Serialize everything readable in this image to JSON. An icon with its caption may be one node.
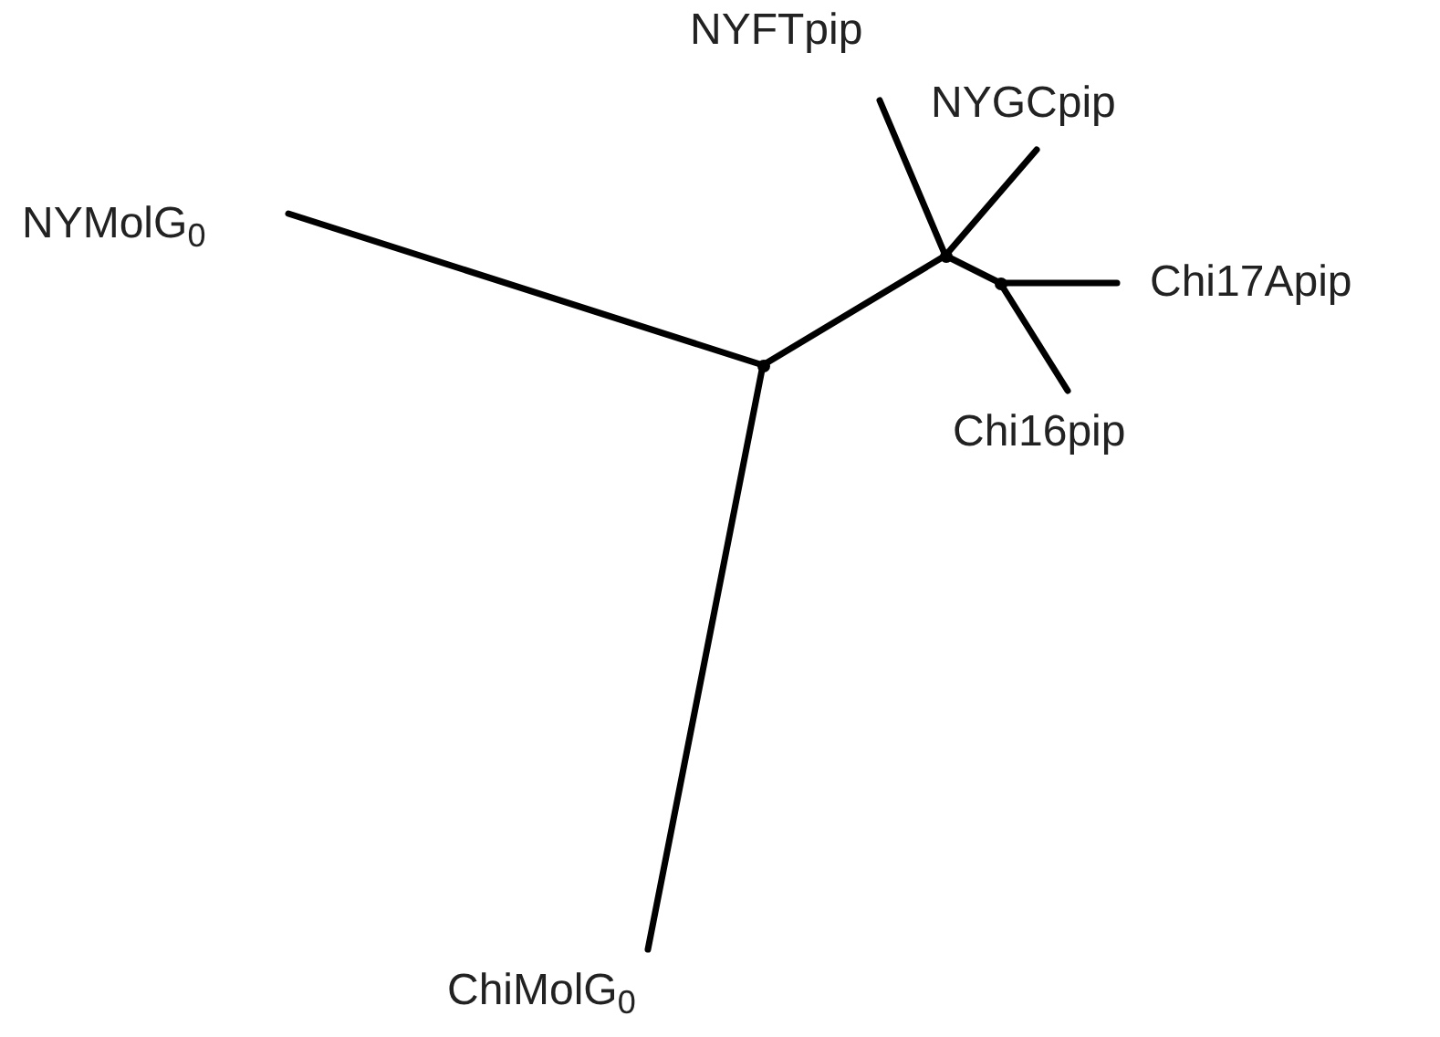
{
  "diagram": {
    "nodes": [
      {
        "text": [
          "NYMolG$_{0}$"
        ]
      },
      {
        "text": [
          "NYFTpip"
        ]
      },
      {
        "text": [
          "NYGCpip"
        ]
      },
      {
        "text": [
          "Chi17Apip"
        ]
      },
      {
        "text": [
          "Chi16pip"
        ]
      },
      {
        "text": [
          "ChiMolG$_{0}$"
        ]
      },
      {
        "text": [],
        "shape": "point"
      },
      {
        "text": [],
        "shape": "point"
      },
      {
        "text": [],
        "shape": "point"
      }
    ],
    "edges": [
      {
        "from": 6,
        "to": 0,
        "arrow": "none"
      },
      {
        "from": 6,
        "to": 5,
        "arrow": "none"
      },
      {
        "from": 6,
        "to": 7,
        "arrow": "none"
      },
      {
        "from": 7,
        "to": 1,
        "arrow": "none"
      },
      {
        "from": 7,
        "to": 2,
        "arrow": "none"
      },
      {
        "from": 7,
        "to": 8,
        "arrow": "none"
      },
      {
        "from": 8,
        "to": 3,
        "arrow": "none"
      },
      {
        "from": 8,
        "to": 4,
        "arrow": "none"
      }
    ]
  }
}
